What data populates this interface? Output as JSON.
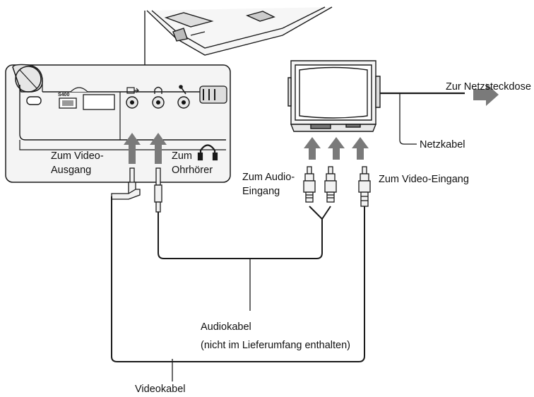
{
  "labels": {
    "zur_netzsteckdose": "Zur Netzsteckdose",
    "netzkabel": "Netzkabel",
    "zum_video_ausgang_l1": "Zum Video-",
    "zum_video_ausgang_l2": "Ausgang",
    "zum_ohrhoerer_l1": "Zum",
    "zum_ohrhoerer_l2": "Ohrhörer",
    "zum_audio_eingang_l1": "Zum Audio-",
    "zum_audio_eingang_l2": "Eingang",
    "zum_video_eingang": "Zum Video-Eingang",
    "audiokabel": "Audiokabel",
    "audiokabel_note": "(nicht im Lieferumfang enthalten)",
    "videokabel": "Videokabel",
    "port_label_s400": "S400"
  },
  "icons": [
    "headphones-icon",
    "video-out-icon",
    "headphone-port-icon",
    "microphone-port-icon",
    "arrow-right-icon",
    "arrow-up-icon"
  ],
  "colors": {
    "line": "#1a1a1a",
    "arrow": "#7a7a7a",
    "panel_fill": "#f4f4f4",
    "port_fill": "#e8e8e8"
  }
}
